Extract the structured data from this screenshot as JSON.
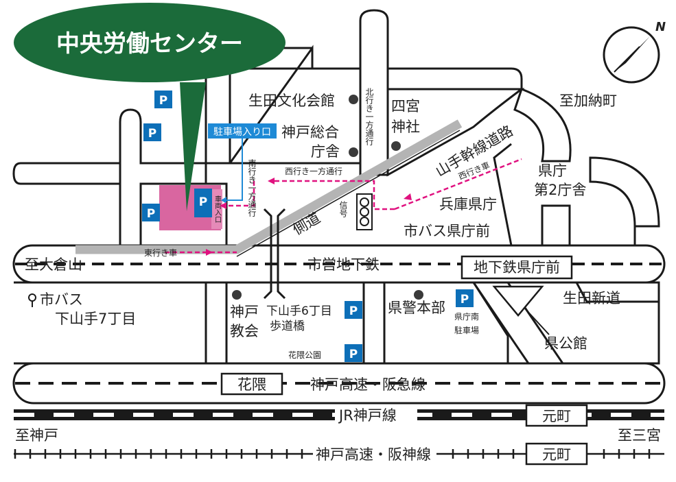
{
  "title": "中央労働センター",
  "parking_symbol": "P",
  "labels": {
    "ikuta_bunka": "生田文化会館",
    "kobe_sogo_1": "神戸総合",
    "kobe_sogo_2": "庁舎",
    "shinomiya_1": "四宮",
    "shinomiya_2": "神社",
    "kita_oneway": "北行き一方通行",
    "minami_oneway": "南行き一方通行",
    "parking_entrance": "駐車場入り口",
    "vehicle_entrance": "車両入口",
    "nishi_oneway": "西行き一方通行",
    "yamate_road": "山手幹線道路",
    "nishiyuki_sha": "西行き車",
    "higashiyuki_sha": "東行き車",
    "sokudo": "側道",
    "signal": "信号",
    "hyogo_kencho": "兵庫県庁",
    "city_bus_kenchomae": "市バス県庁前",
    "kencho_2": "県庁",
    "kencho_2b": "第2庁舎",
    "to_kano": "至加納町",
    "to_okurayama": "至大倉山",
    "subway": "市営地下鉄",
    "subway_station": "地下鉄県庁前",
    "bus_stop_1": "市バス",
    "bus_stop_2": "下山手7丁目",
    "kobe_church_1": "神戸",
    "kobe_church_2": "教会",
    "footbridge_1": "下山手6丁目",
    "footbridge_2": "歩道橋",
    "hanakuma_park": "花隈公園",
    "kenkei": "県警本部",
    "kencho_south_1": "県庁南",
    "kencho_south_2": "駐車場",
    "ikuta_shindo": "生田新道",
    "kenkokan": "県公館",
    "hanakuma_station": "花隈",
    "kobe_kosoku_hankyu": "神戸高速・阪急線",
    "jr_line": "JR神戸線",
    "motomachi_1": "元町",
    "to_kobe": "至神戸",
    "to_sannomiya": "至三宮",
    "kobe_kosoku_hanshin": "神戸高速・阪神線",
    "motomachi_2": "元町"
  },
  "north_label": "N",
  "colors": {
    "title_bg": "#1b6b3a",
    "building": "#d966a0",
    "parking": "#0d6fb8",
    "route": "#e0117f",
    "entrance_label": "#1e8ad6",
    "expressway": "#b4b4b4"
  }
}
